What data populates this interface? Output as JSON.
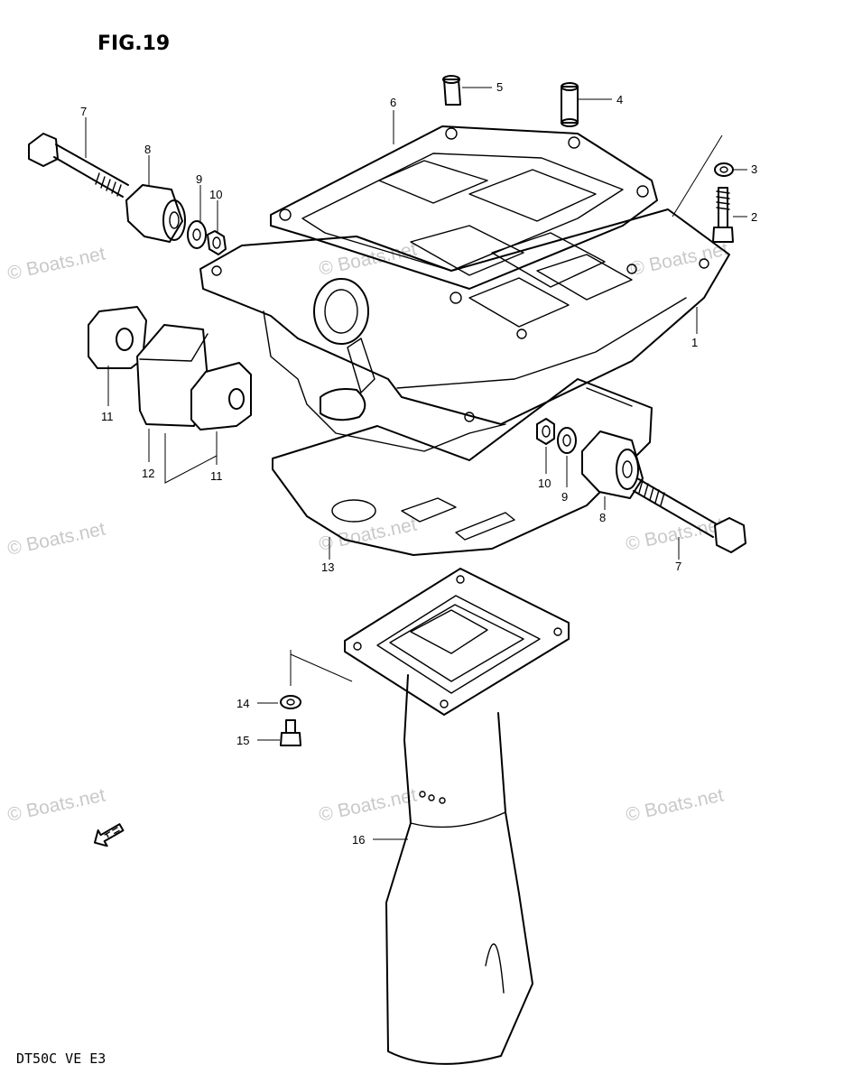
{
  "figure": {
    "title": "FIG.19",
    "model_code": "DT50C VE E3"
  },
  "watermark": {
    "text": "© Boats.net"
  },
  "callouts": [
    {
      "id": "c1",
      "label": "1"
    },
    {
      "id": "c2",
      "label": "2"
    },
    {
      "id": "c3",
      "label": "3"
    },
    {
      "id": "c4",
      "label": "4"
    },
    {
      "id": "c5",
      "label": "5"
    },
    {
      "id": "c6",
      "label": "6"
    },
    {
      "id": "c7a",
      "label": "7"
    },
    {
      "id": "c7b",
      "label": "7"
    },
    {
      "id": "c8a",
      "label": "8"
    },
    {
      "id": "c8b",
      "label": "8"
    },
    {
      "id": "c9a",
      "label": "9"
    },
    {
      "id": "c9b",
      "label": "9"
    },
    {
      "id": "c10a",
      "label": "10"
    },
    {
      "id": "c10b",
      "label": "10"
    },
    {
      "id": "c11a",
      "label": "11"
    },
    {
      "id": "c11b",
      "label": "11"
    },
    {
      "id": "c12",
      "label": "12"
    },
    {
      "id": "c13",
      "label": "13"
    },
    {
      "id": "c14",
      "label": "14"
    },
    {
      "id": "c15",
      "label": "15"
    },
    {
      "id": "c16",
      "label": "16"
    }
  ],
  "front_marker": {
    "icon": "fwd-arrow-icon"
  }
}
